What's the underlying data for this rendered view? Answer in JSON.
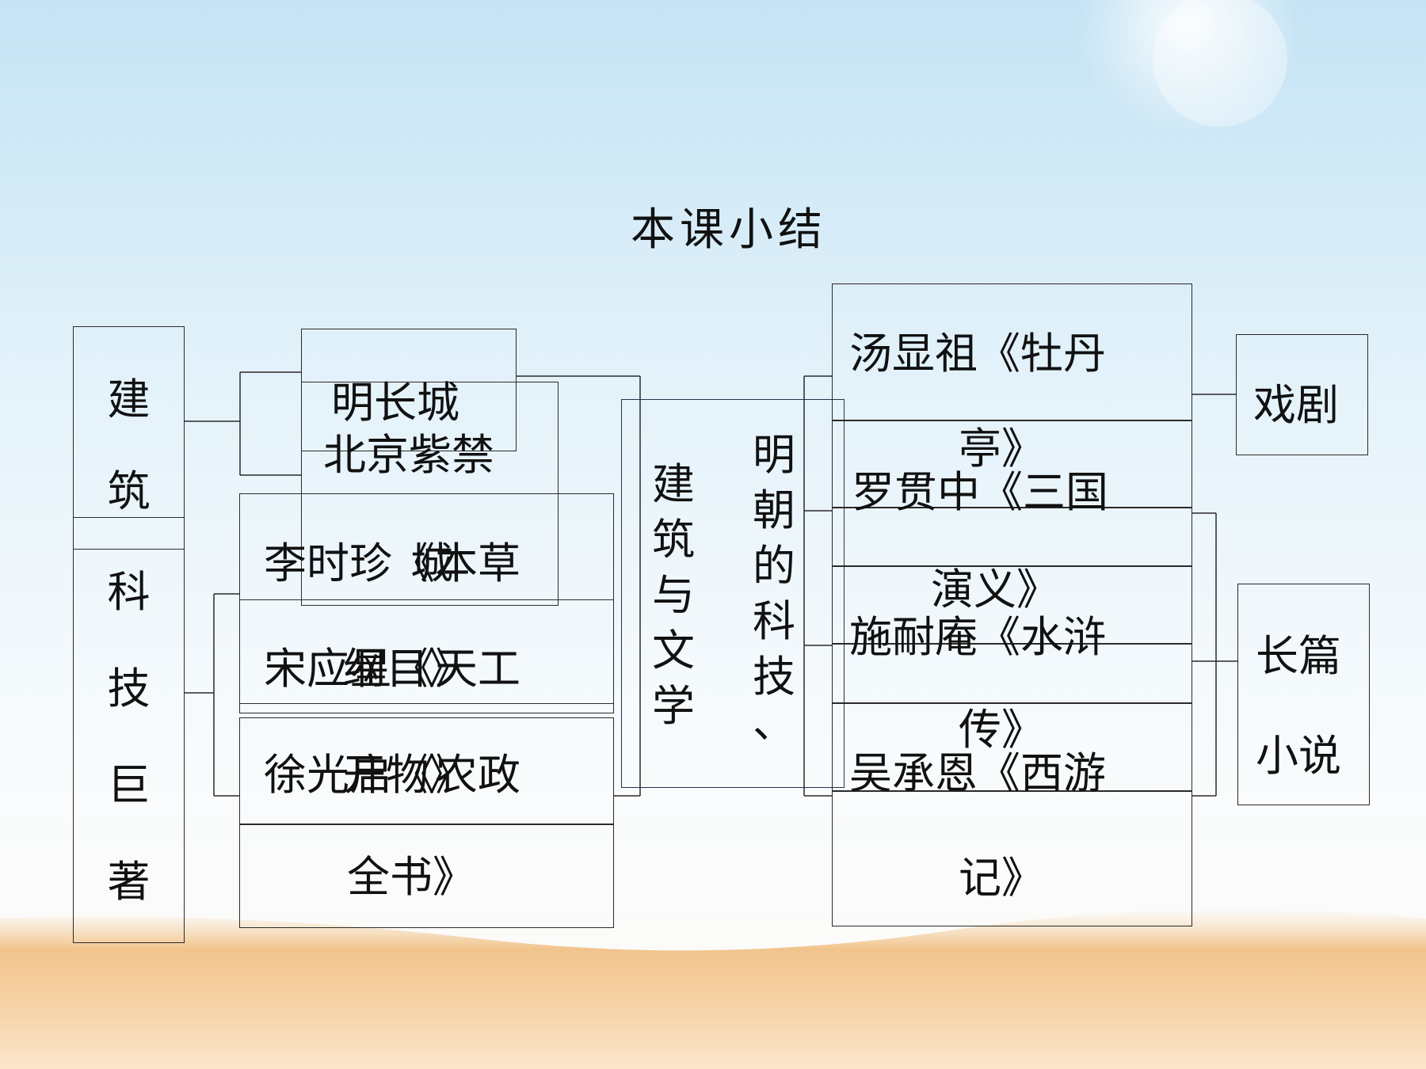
{
  "slide_title": "本课小结",
  "left": {
    "label_top": [
      "建",
      "筑"
    ],
    "label_bottom": [
      "科",
      "技",
      "巨",
      "著"
    ],
    "architecture": {
      "item1": "明长城",
      "item2_line1": "北京紫禁",
      "item2_line2": "城"
    },
    "books": [
      {
        "line1": "李时珍《本草",
        "line2": "纲目》"
      },
      {
        "line1": "宋应星《天工",
        "line2": "开物》"
      },
      {
        "line1": "徐光启《农政",
        "line2": "全书》"
      }
    ]
  },
  "center": {
    "col_left": [
      "建",
      "筑",
      "与",
      "文",
      "学"
    ],
    "col_right": [
      "明",
      "朝",
      "的",
      "科",
      "技",
      "、"
    ]
  },
  "right": {
    "works": [
      {
        "line1": "汤显祖《牡丹",
        "line2": "亭》"
      },
      {
        "line1": "罗贯中《三国",
        "line2": "演义》"
      },
      {
        "line1": "施耐庵《水浒",
        "line2": "传》"
      },
      {
        "line1": "吴承恩《西游",
        "line2": "记》"
      }
    ],
    "category_drama": [
      "戏剧"
    ],
    "category_novel": [
      "长篇",
      "小说"
    ]
  },
  "colors": {
    "sky_top": "#cfe8f6",
    "sky_mid": "#eaf6fb",
    "sand": "#f0c48f",
    "line": "#2a2a2a",
    "center_border": "#27324a"
  }
}
